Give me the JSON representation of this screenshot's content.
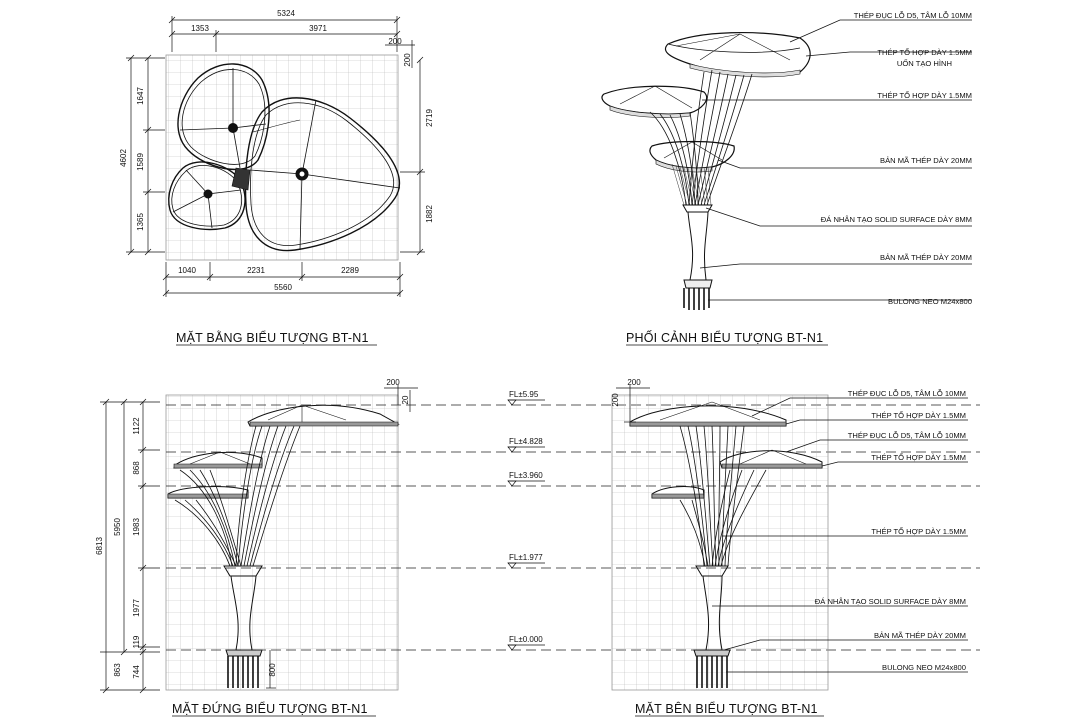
{
  "plan": {
    "title": "MẶT BẰNG  BIỂU TƯỢNG BT-N1",
    "dims": {
      "top_total": "5324",
      "top_a": "1353",
      "top_b": "3971",
      "top_small_h": "200",
      "top_small_v": "200",
      "left_total": "4602",
      "left_a": "1647",
      "left_b": "1589",
      "left_c": "1365",
      "right_a": "2719",
      "right_b": "1882",
      "bottom_a": "1040",
      "bottom_b": "2231",
      "bottom_c": "2289",
      "bottom_total": "5560"
    }
  },
  "perspective": {
    "title": "PHỐI CẢNH  BIỂU TƯỢNG BT-N1",
    "notes": [
      "THÉP ĐỤC LỖ D5, TÂM LỖ 10MM",
      "THÉP TỔ HỢP DÀY 1.5MM",
      "UỐN TẠO HÌNH",
      "THÉP TỔ HỢP DÀY 1.5MM",
      "BẢN MÃ THÉP DÀY 20MM",
      "ĐÁ NHÂN TẠO SOLID SURFACE DÀY 8MM",
      "BẢN MÃ THÉP DÀY 20MM",
      "BULONG NEO M24x800"
    ]
  },
  "front": {
    "title": "MẶT ĐỨNG  BIỂU TƯỢNG BT-N1",
    "dims": {
      "top_200": "200",
      "top_20": "20",
      "outer_total": "6813",
      "inner_total": "5950",
      "d1": "1122",
      "d2": "868",
      "d3": "1983",
      "d4": "1977",
      "d5": "119",
      "d6": "863",
      "d7": "744",
      "bolt": "800"
    }
  },
  "levels": [
    "FL±5.95",
    "FL±4.828",
    "FL±3.960",
    "FL±1.977",
    "FL±0.000"
  ],
  "side": {
    "title": "MẶT BÊN BIỂU TƯỢNG BT-N1",
    "dims": {
      "top_200": "200",
      "side_200": "200"
    },
    "notes": [
      "THÉP ĐỤC LỖ D5, TÂM LỖ 10MM",
      "THÉP TỔ HỢP DÀY 1.5MM",
      "THÉP ĐỤC LỖ D5, TÂM LỖ 10MM",
      "THÉP TỔ HỢP DÀY 1.5MM",
      "THÉP TỔ HỢP DÀY 1.5MM",
      "ĐÁ NHÂN TẠO SOLID SURFACE DÀY 8MM",
      "BẢN MÃ THÉP DÀY 20MM",
      "BULONG NEO M24x800"
    ]
  }
}
